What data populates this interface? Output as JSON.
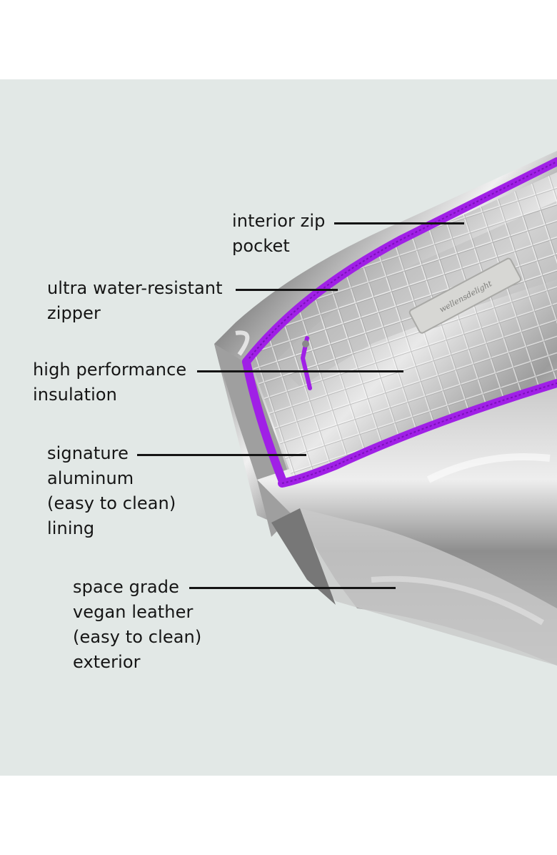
{
  "image": {
    "subject": "metallic silver lunch bag interior with purple zipper",
    "background_color": "#e2e8e6",
    "accent_zipper_color": "#a020e6",
    "brand_tag_text": "wellensdelight"
  },
  "callouts": [
    {
      "id": "interior-zip-pocket",
      "lines": [
        "interior zip",
        "pocket"
      ]
    },
    {
      "id": "zipper",
      "lines": [
        "ultra water-resistant",
        "zipper"
      ]
    },
    {
      "id": "insulation",
      "lines": [
        "high performance",
        "insulation"
      ]
    },
    {
      "id": "lining",
      "lines": [
        "signature",
        "aluminum",
        "(easy to clean)",
        "lining"
      ]
    },
    {
      "id": "exterior",
      "lines": [
        "space grade",
        "vegan leather",
        "(easy to clean)",
        "exterior"
      ]
    }
  ]
}
